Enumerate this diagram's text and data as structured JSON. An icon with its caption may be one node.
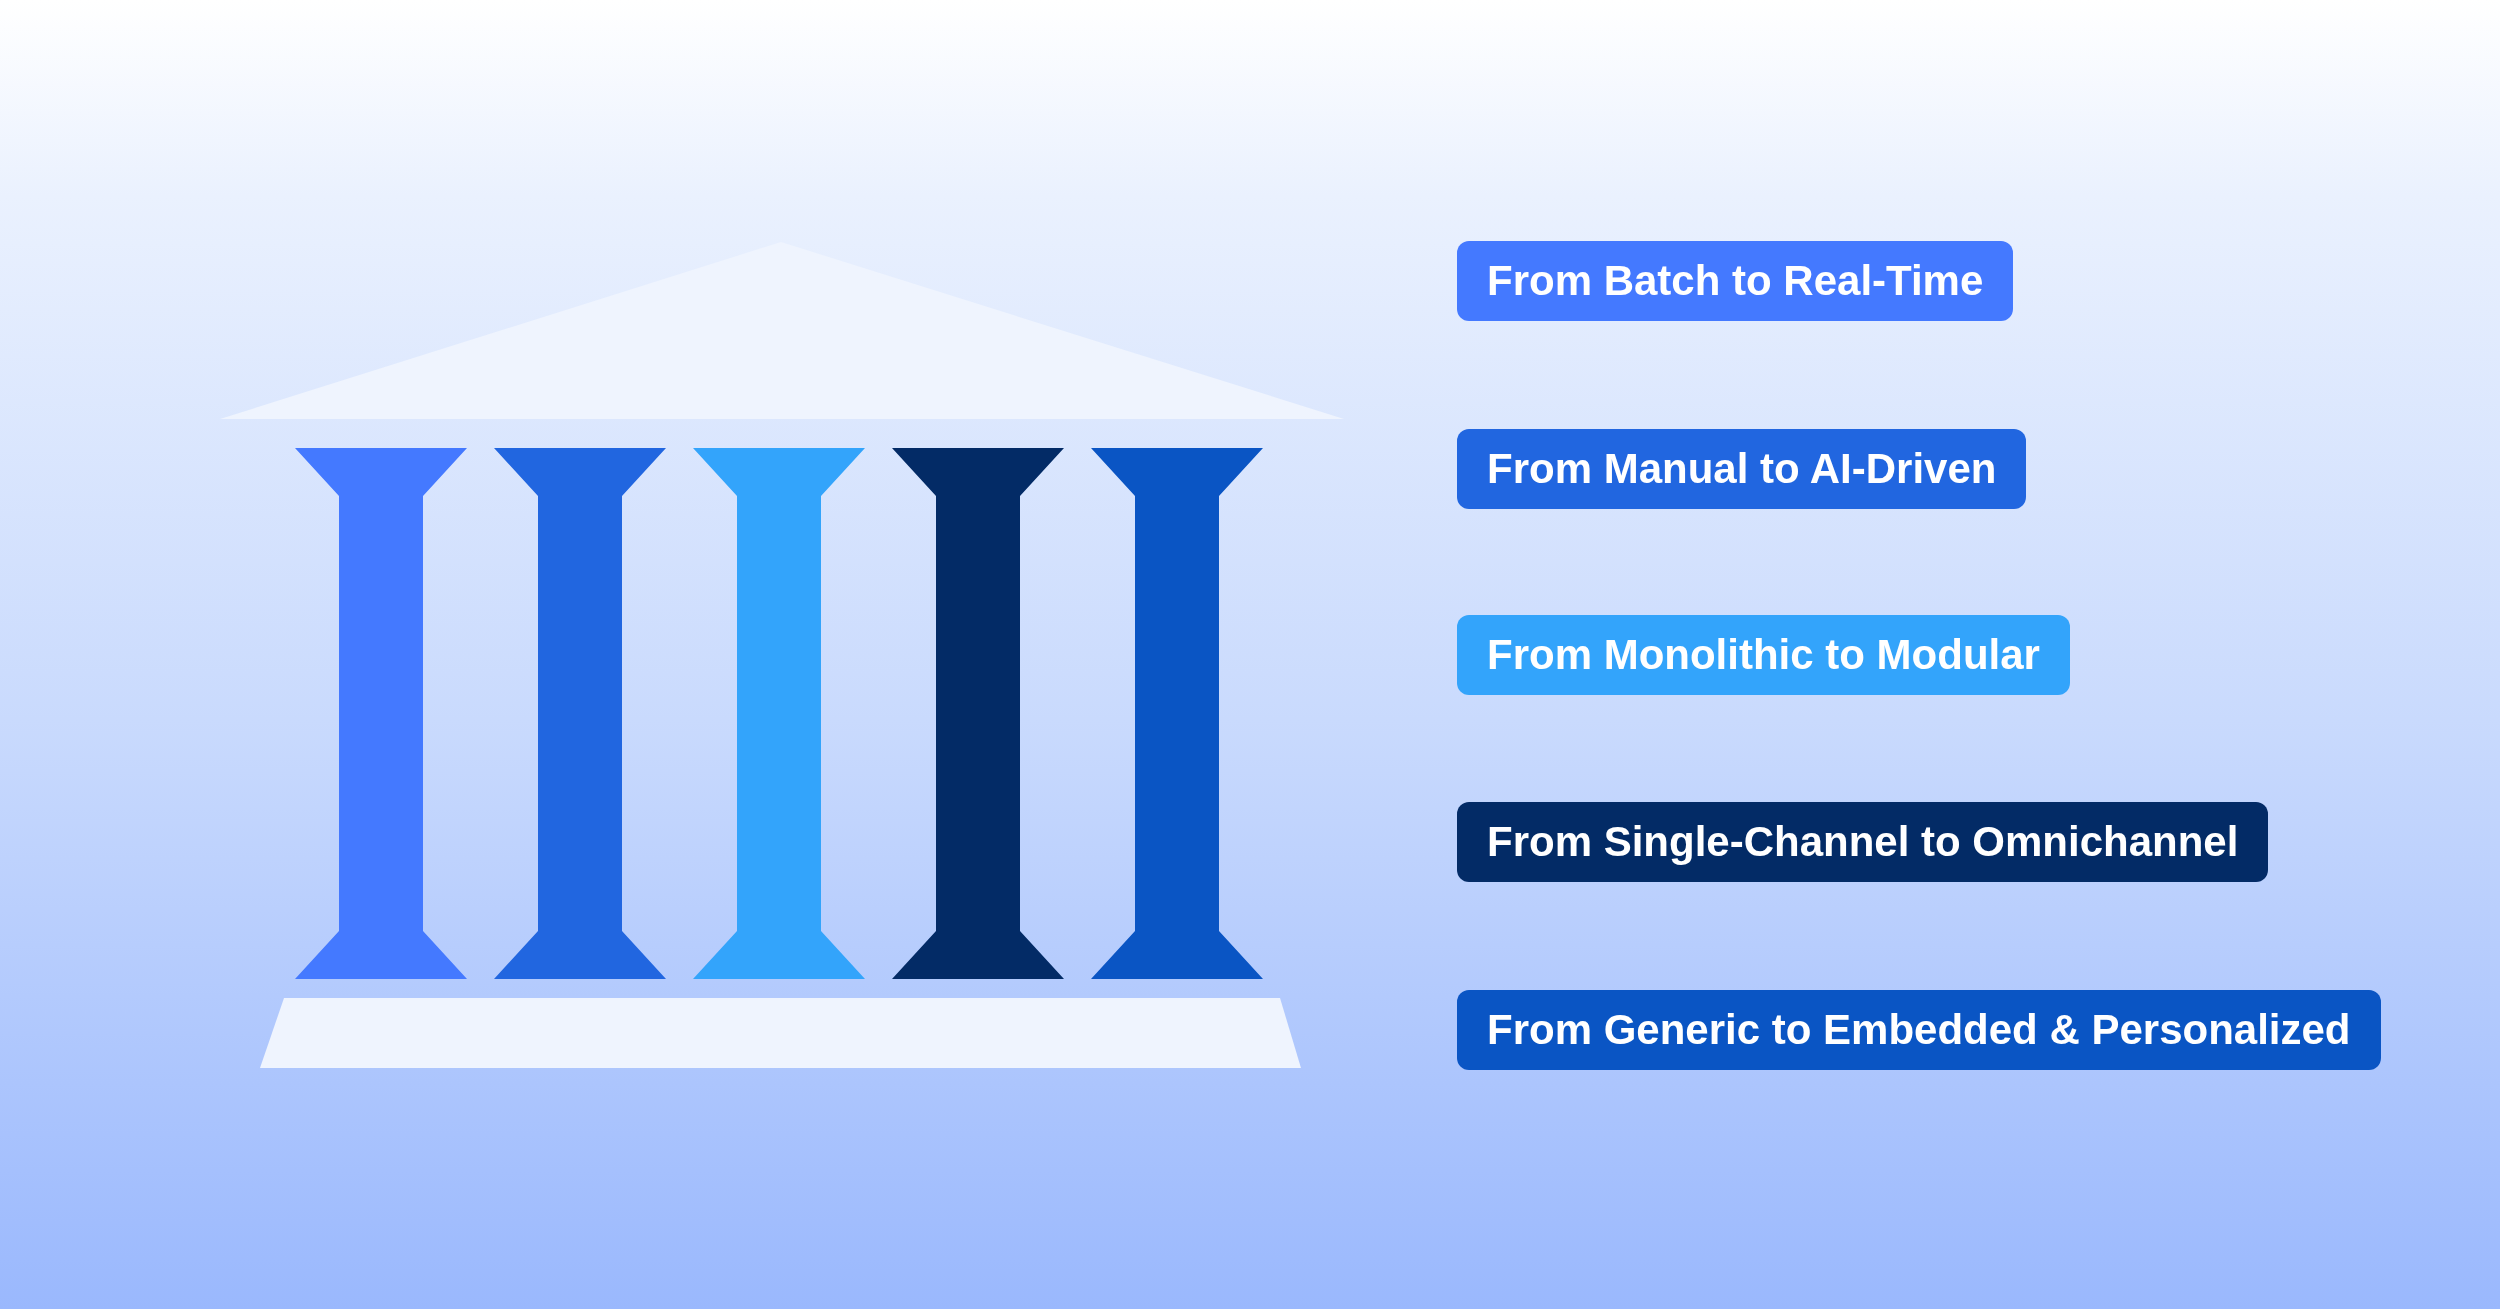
{
  "diagram": {
    "nodes": [
      {
        "text": [
          "From Batch to Real-Time"
        ]
      },
      {
        "text": [
          "From Manual to AI-Driven"
        ]
      },
      {
        "text": [
          "From Monolithic to Modular"
        ]
      },
      {
        "text": [
          "From Single-Channel to Omnichannel"
        ]
      },
      {
        "text": [
          "From Generic to Embedded & Personalized"
        ]
      }
    ],
    "edges": []
  }
}
